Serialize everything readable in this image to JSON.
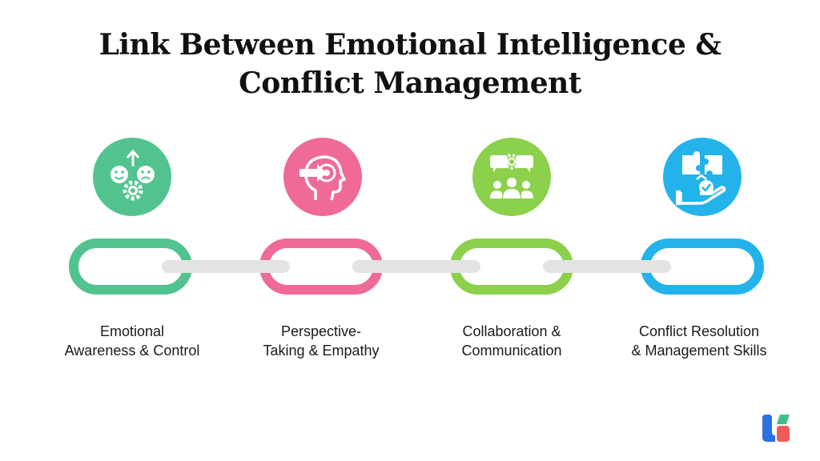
{
  "title": {
    "line1": "Link Between Emotional Intelligence &",
    "line2": "Conflict Management"
  },
  "steps": [
    {
      "line1": "Emotional",
      "line2": "Awareness & Control",
      "color": "#52c38f",
      "icon": "emotions-gear-icon"
    },
    {
      "line1": "Perspective-",
      "line2": "Taking & Empathy",
      "color": "#ef6a98",
      "icon": "head-empathy-icon"
    },
    {
      "line1": "Collaboration &",
      "line2": "Communication",
      "color": "#8bd14c",
      "icon": "team-communication-icon"
    },
    {
      "line1": "Conflict Resolution",
      "line2": "& Management Skills",
      "color": "#23b3ea",
      "icon": "puzzle-resolution-icon"
    }
  ],
  "colors": {
    "link": "#e3e3e3",
    "logo_blue": "#2f6fe4",
    "logo_green": "#3fc08a",
    "logo_red": "#ef5b5b"
  }
}
